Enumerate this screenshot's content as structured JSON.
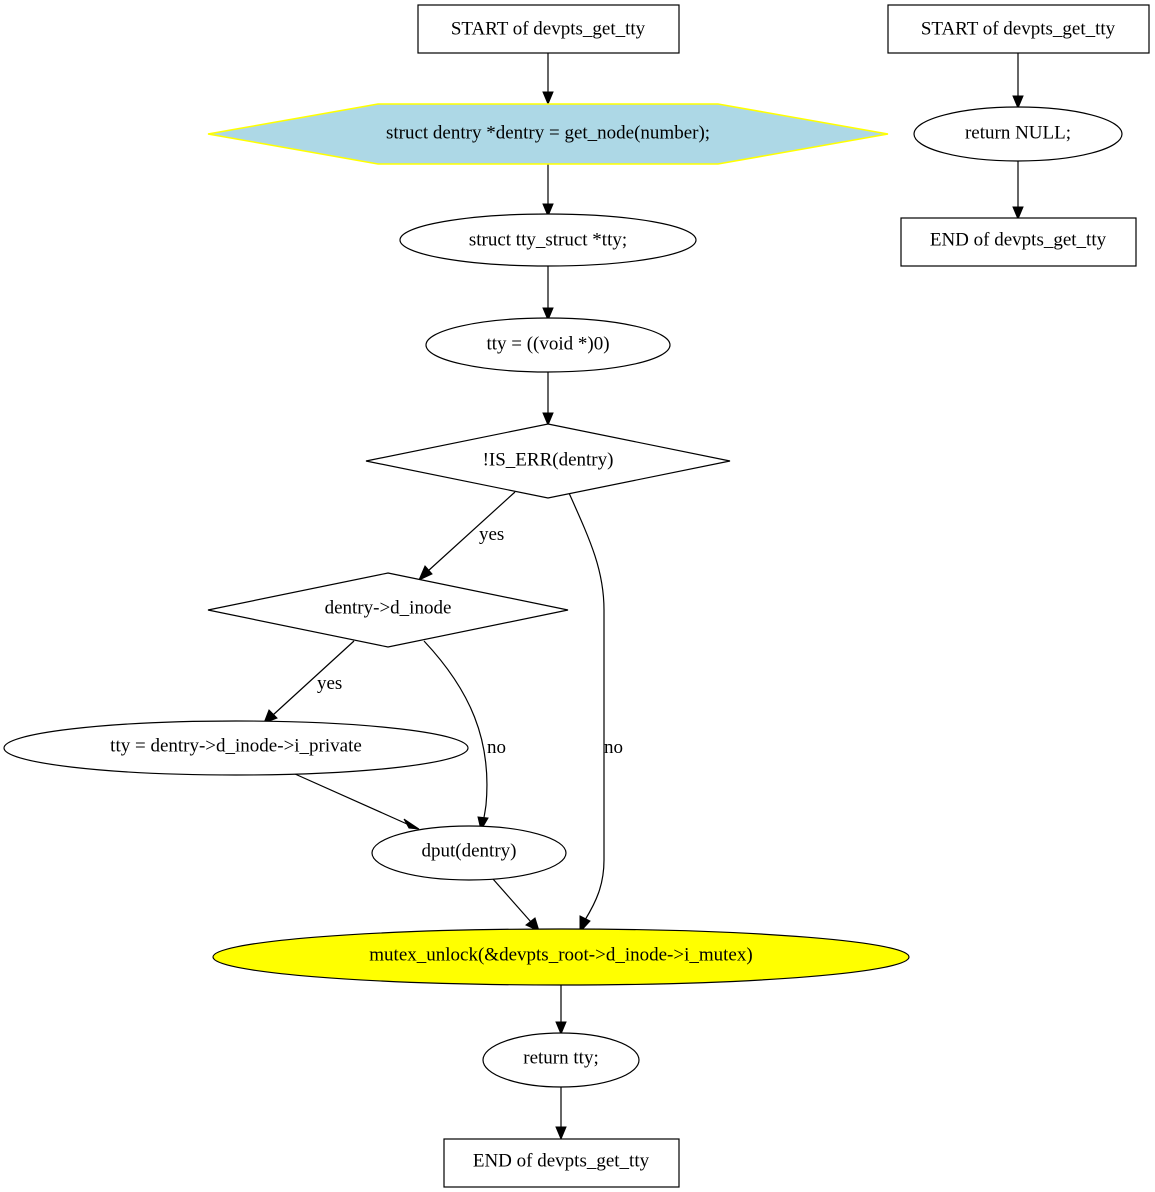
{
  "nodes": {
    "start_main": {
      "label": "START of devpts_get_tty"
    },
    "dentry_decl": {
      "label": "struct dentry *dentry = get_node(number);",
      "fill": "#add8e6",
      "stroke": "#ffff00"
    },
    "tty_decl": {
      "label": "struct tty_struct *tty;"
    },
    "tty_null": {
      "label": "tty = ((void *)0)"
    },
    "is_err_check": {
      "label": "!IS_ERR(dentry)"
    },
    "d_inode_check": {
      "label": "dentry->d_inode"
    },
    "tty_assign": {
      "label": "tty = dentry->d_inode->i_private"
    },
    "dput": {
      "label": "dput(dentry)"
    },
    "mutex_unlock": {
      "label": "mutex_unlock(&devpts_root->d_inode->i_mutex)",
      "fill": "#ffff00"
    },
    "return_tty": {
      "label": "return tty;"
    },
    "end_main": {
      "label": "END of devpts_get_tty"
    },
    "start_alt": {
      "label": "START of devpts_get_tty"
    },
    "return_null": {
      "label": "return NULL;"
    },
    "end_alt": {
      "label": "END of devpts_get_tty"
    }
  },
  "edges": {
    "is_err_yes": {
      "label": "yes"
    },
    "is_err_no": {
      "label": "no"
    },
    "d_inode_yes": {
      "label": "yes"
    },
    "d_inode_no": {
      "label": "no"
    }
  }
}
